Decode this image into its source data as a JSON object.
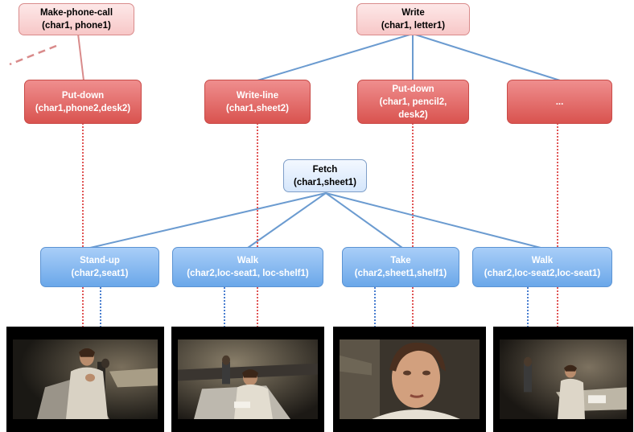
{
  "top_nodes": {
    "make_phone_call": {
      "line1": "Make-phone-call",
      "line2": "(char1, phone1)"
    },
    "write": {
      "line1": "Write",
      "line2": "(char1, letter1)"
    }
  },
  "middle_nodes": [
    {
      "line1": "Put-down",
      "line2": "(char1,phone2,desk2)",
      "line3": ""
    },
    {
      "line1": "Write-line",
      "line2": "(char1,sheet2)",
      "line3": ""
    },
    {
      "line1": "Put-down",
      "line2": "(char1, pencil2,",
      "line3": "desk2)"
    },
    {
      "line1": "...",
      "line2": "",
      "line3": ""
    }
  ],
  "fetch_node": {
    "line1": "Fetch",
    "line2": "(char1,sheet1)"
  },
  "bottom_nodes": [
    {
      "line1": "Stand-up",
      "line2": "(char2,seat1)"
    },
    {
      "line1": "Walk",
      "line2": "(char2,loc-seat1, loc-shelf1)"
    },
    {
      "line1": "Take",
      "line2": "(char2,sheet1,shelf1)"
    },
    {
      "line1": "Walk",
      "line2": "(char2,loc-seat2,loc-seat1)"
    }
  ],
  "colors": {
    "red_node": "#d9534f",
    "blue_node": "#6aa7e9",
    "red_edge": "#d98b8b",
    "blue_edge": "#6b9bd0",
    "red_dotted": "#e05555",
    "blue_dotted": "#4a7fd0"
  }
}
